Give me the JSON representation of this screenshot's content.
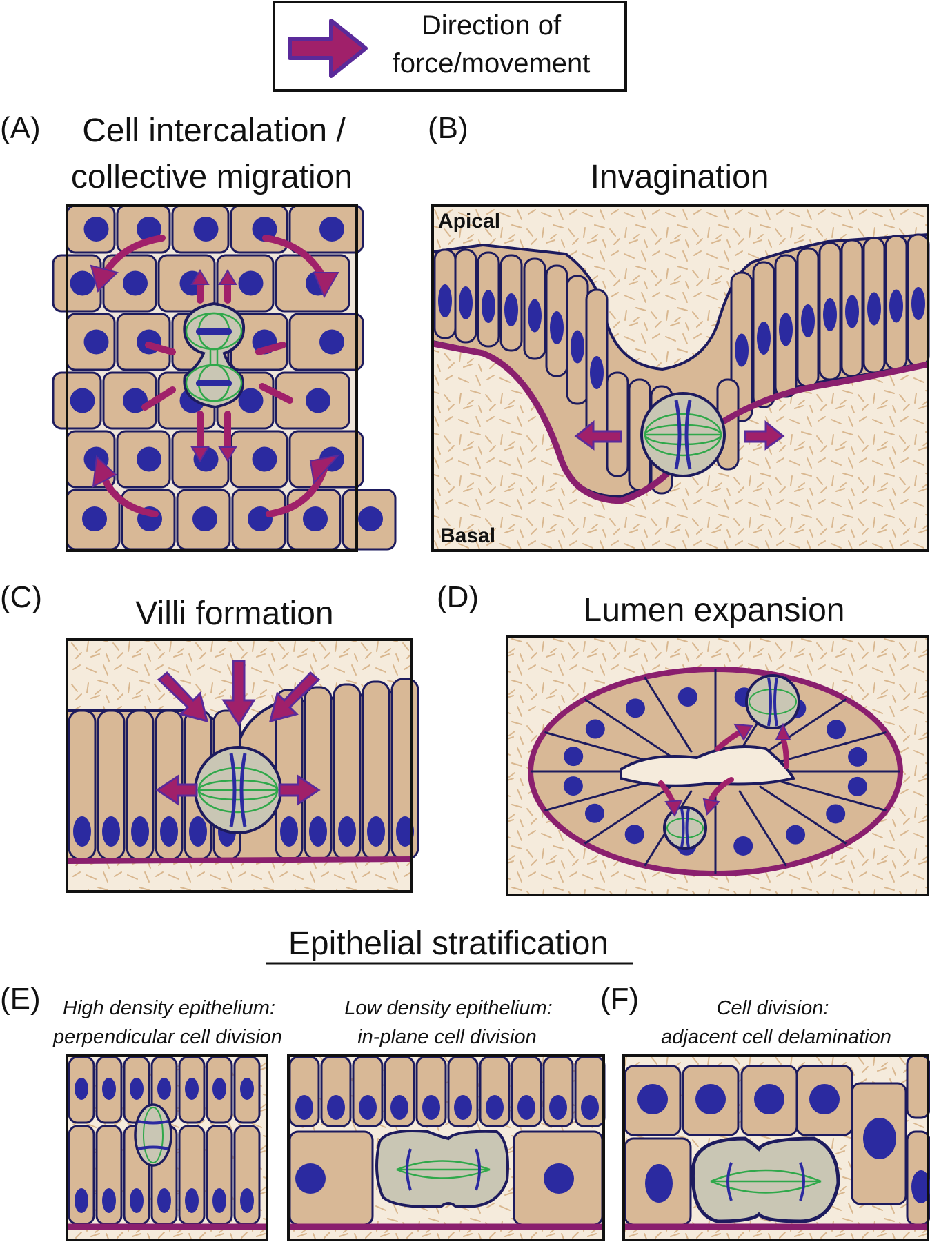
{
  "legend": {
    "line1": "Direction of",
    "line2": "force/movement"
  },
  "panels": {
    "A": {
      "letter": "(A)",
      "title_line1": "Cell intercalation /",
      "title_line2": "collective migration"
    },
    "B": {
      "letter": "(B)",
      "title": "Invagination",
      "apical": "Apical",
      "basal": "Basal"
    },
    "C": {
      "letter": "(C)",
      "title": "Villi formation"
    },
    "D": {
      "letter": "(D)",
      "title": "Lumen expansion"
    },
    "section_title": "Epithelial stratification",
    "E": {
      "letter": "(E)",
      "sub1_line1": "High density epithelium:",
      "sub1_line2": "perpendicular cell division",
      "sub2_line1": "Low density epithelium:",
      "sub2_line2": "in-plane cell division"
    },
    "F": {
      "letter": "(F)",
      "sub_line1": "Cell division:",
      "sub_line2": "adjacent cell delamination"
    }
  },
  "colors": {
    "cell": "#d8b896",
    "outline": "#1d1b5e",
    "nucleus": "#2b2aa0",
    "arrow": "#a0206a",
    "arrow_outline": "#5a2a9a",
    "spindle": "#2fa84a",
    "background": "#f5ebdc",
    "fiber": "#d9b78f",
    "membrane": "#8a1f6e"
  }
}
